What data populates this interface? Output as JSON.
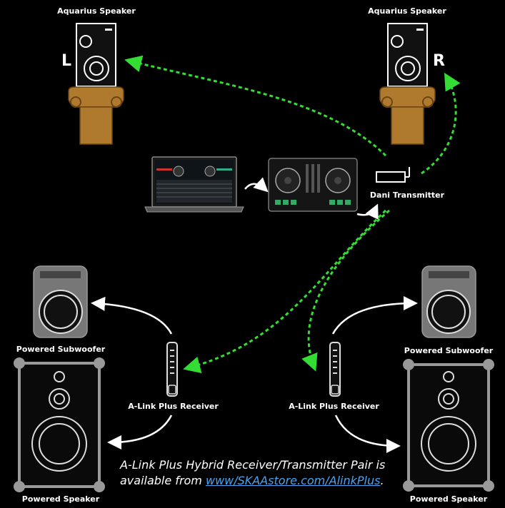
{
  "speakers_top": {
    "left_label": "Aquarius Speaker",
    "right_label": "Aquarius Speaker",
    "left_channel": "L",
    "right_channel": "R"
  },
  "transmitter": {
    "label": "Dani Transmitter"
  },
  "receivers": {
    "left_label": "A-Link Plus Receiver",
    "right_label": "A-Link Plus Receiver"
  },
  "bottom_left": {
    "subwoofer_label": "Powered Subwoofer",
    "speaker_label": "Powered Speaker"
  },
  "bottom_right": {
    "subwoofer_label": "Powered Subwoofer",
    "speaker_label": "Powered Speaker"
  },
  "note": {
    "text_before": "A-Link Plus Hybrid Receiver/Transmitter Pair is available from ",
    "link": "www/SKAAstore.com/AlinkPlus",
    "text_after": "."
  },
  "colors": {
    "background": "#000000",
    "wireless_link": "#33dd33",
    "pedestal": "#b07a2e",
    "link": "#4aa3f0"
  }
}
